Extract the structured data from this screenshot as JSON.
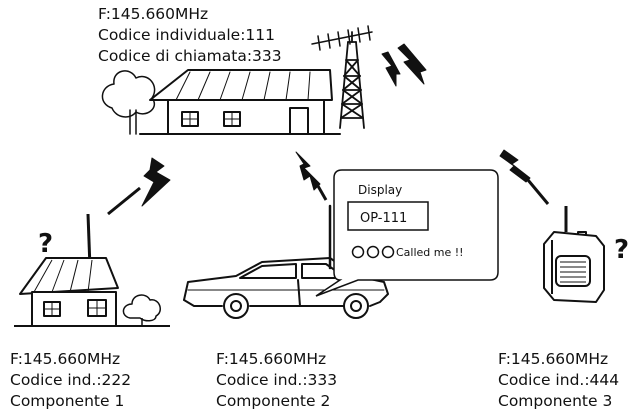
{
  "station": {
    "frequency": "F:145.660MHz",
    "individual_code": "Codice individuale:111",
    "call_code": "Codice di chiamata:333"
  },
  "bubble": {
    "title": "Display",
    "code": "OP-111",
    "message": "Called me !!"
  },
  "components": [
    {
      "frequency": "F:145.660MHz",
      "code": "Codice ind.:222",
      "name": "Componente 1",
      "mark": "?"
    },
    {
      "frequency": "F:145.660MHz",
      "code": "Codice ind.:333",
      "name": "Componente 2"
    },
    {
      "frequency": "F:145.660MHz",
      "code": "Codice ind.:444",
      "name": "Componente 3",
      "mark": "?"
    }
  ],
  "colors": {
    "ink": "#111111",
    "background": "#ffffff"
  },
  "icons": [
    "house-icon",
    "antenna-tower-icon",
    "yagi-antenna-icon",
    "lightning-bolt-icon",
    "car-icon",
    "handheld-radio-icon",
    "tree-icon",
    "question-mark-icon"
  ]
}
